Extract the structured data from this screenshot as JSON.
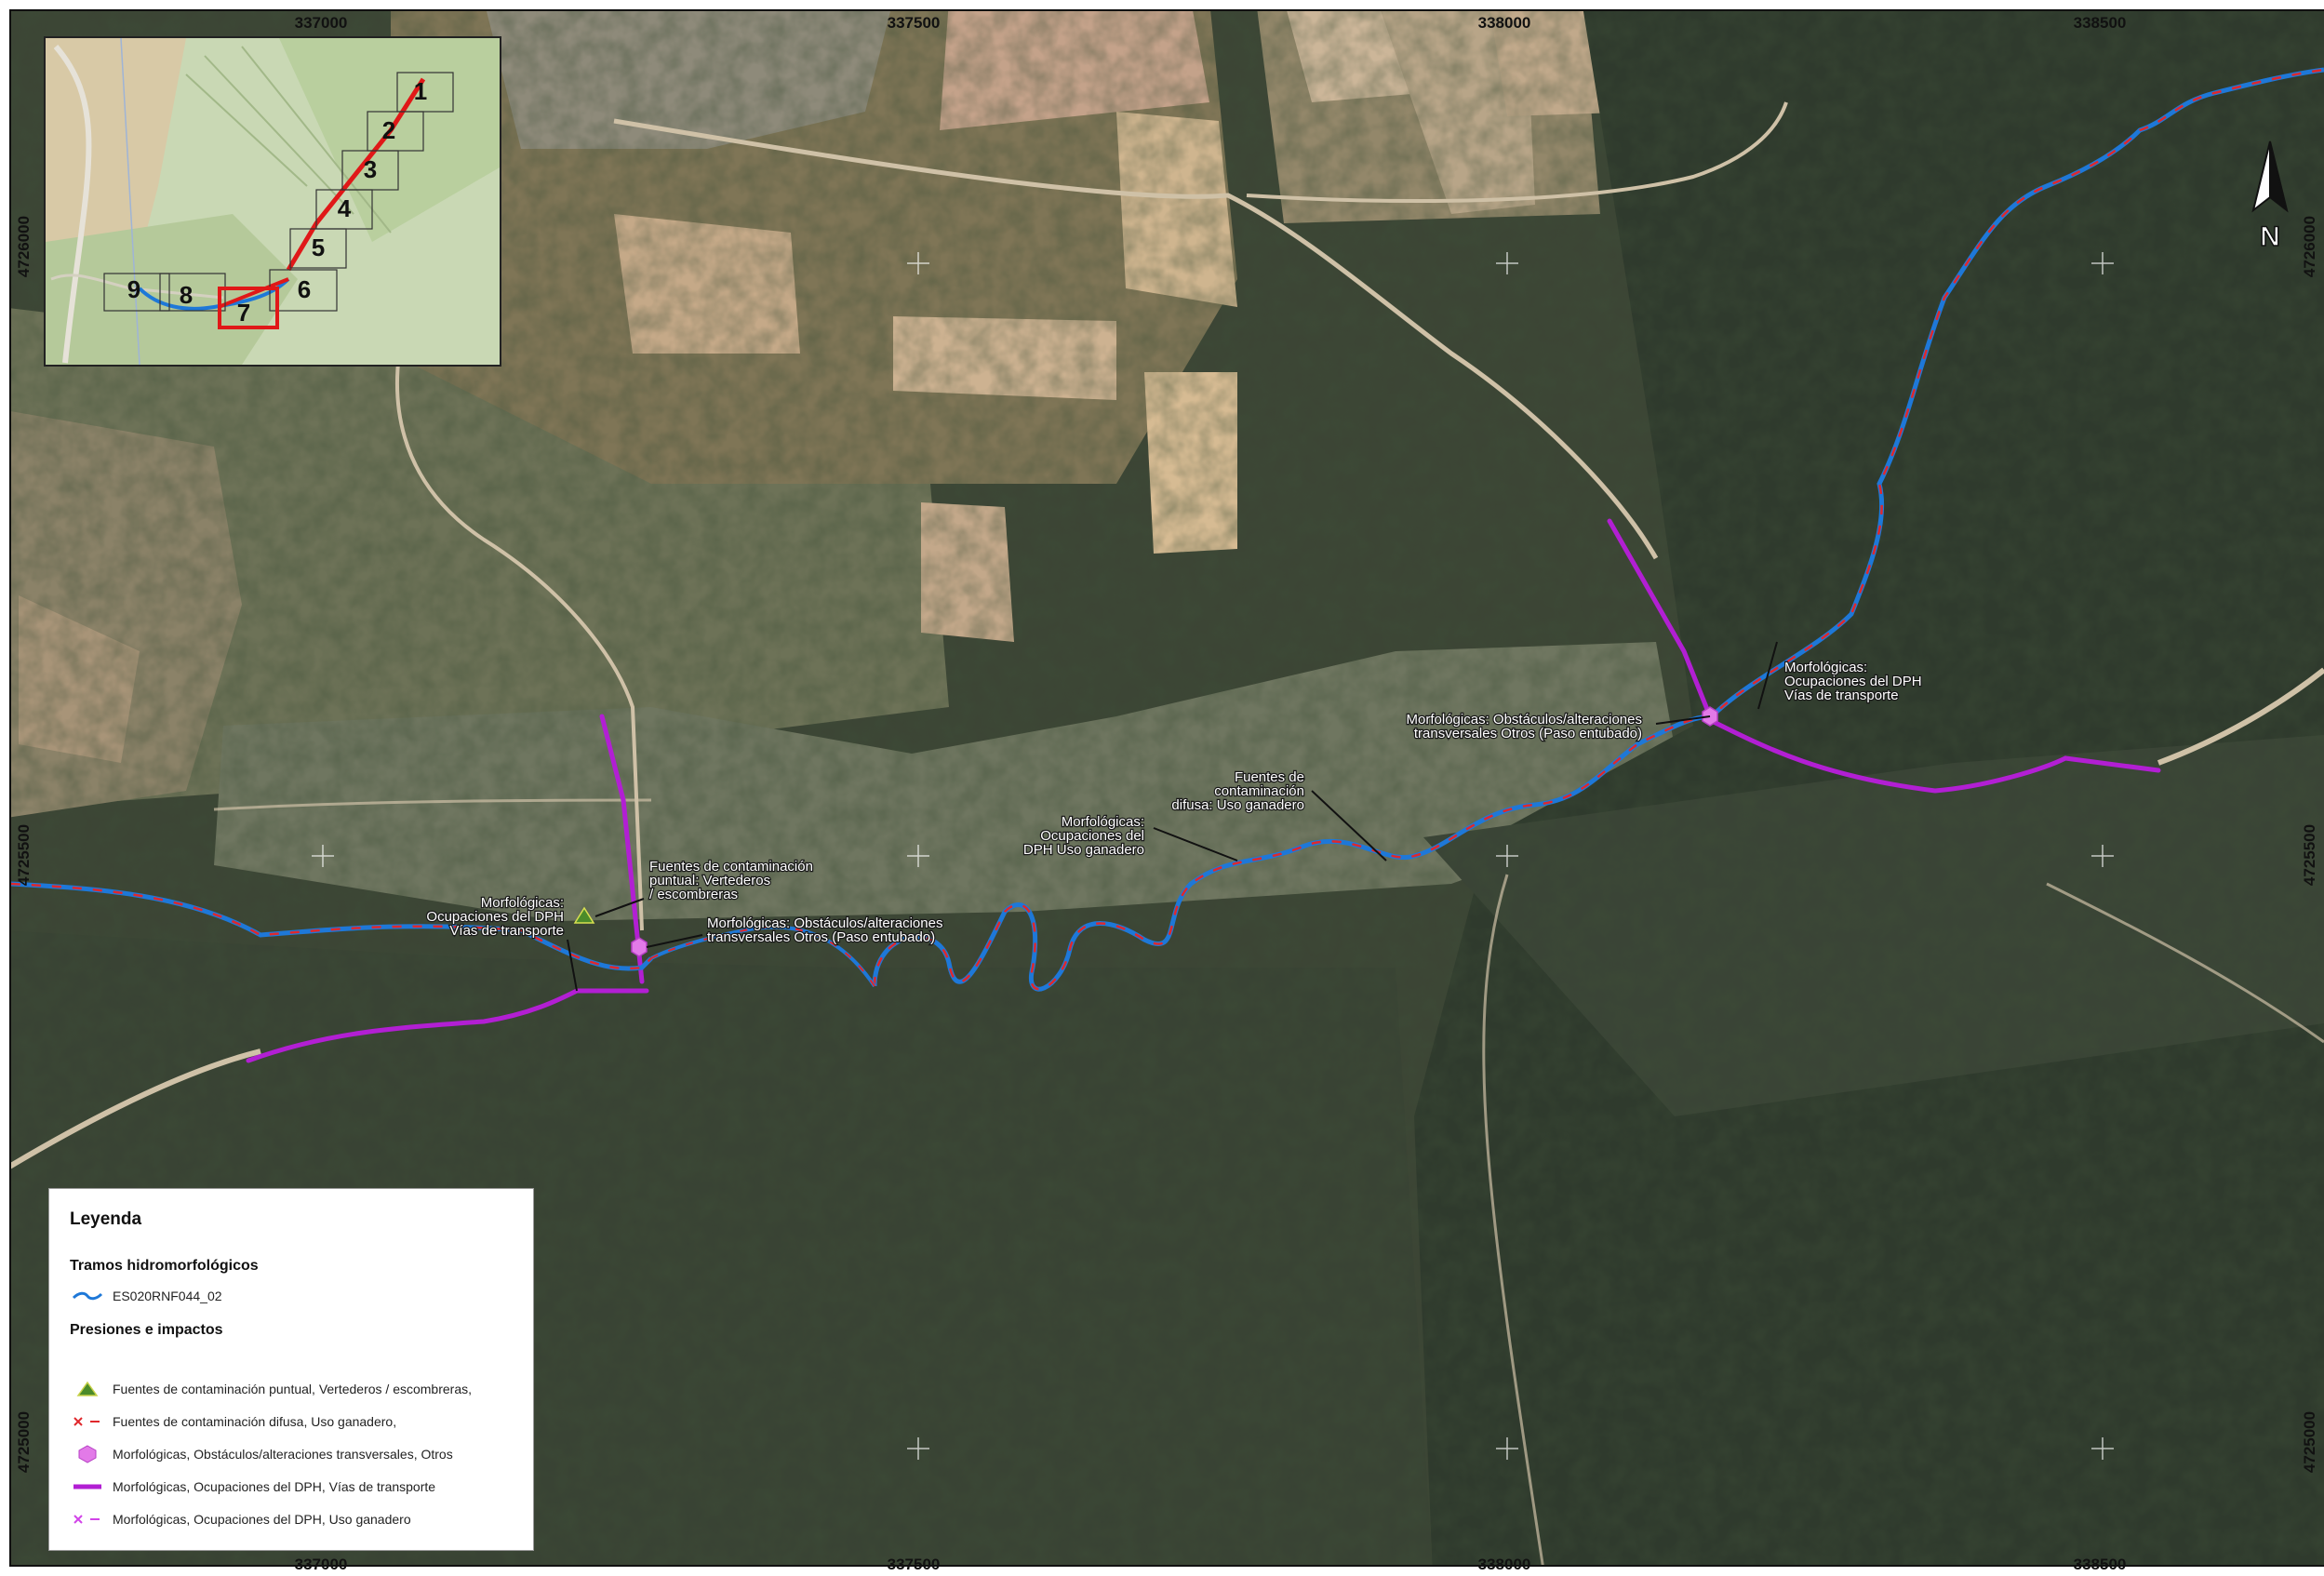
{
  "map": {
    "coords_top": [
      "337000",
      "337500",
      "338000",
      "338500"
    ],
    "coords_bottom": [
      "337000",
      "337500",
      "338000",
      "338500"
    ],
    "coords_left": [
      "4726000",
      "4725500",
      "4725000"
    ],
    "coords_right": [
      "4726000",
      "4725500",
      "4725000"
    ],
    "north_label": "N",
    "inset_tiles": [
      "1",
      "2",
      "3",
      "4",
      "5",
      "6",
      "7",
      "8",
      "9"
    ],
    "annotations": {
      "morfo_ocup_vias_right": "Morfológicas:\nOcupaciones del DPH\nVías de transporte",
      "morfo_obst_right": "Morfológicas: Obstáculos/alteraciones\ntransversales Otros (Paso entubado)",
      "fuentes_difusa": "Fuentes de\ncontaminación\ndifusa: Uso ganadero",
      "morfo_ocup_ganadero": "Morfológicas:\nOcupaciones del\nDPH Uso ganadero",
      "fuentes_puntual": "Fuentes de contaminación\npuntual: Vertederos\n/ escombreras",
      "morfo_ocup_vias_left": "Morfológicas:\nOcupaciones del DPH\nVías de transporte",
      "morfo_obst_left": "Morfológicas: Obstáculos/alteraciones\ntransversales Otros (Paso entubado)"
    },
    "colors": {
      "river": "#1e78d8",
      "diffuse": "#e0282c",
      "pressure_line": "#b21fd3",
      "obstacle": "#e27ae8",
      "inset_highlight": "#e01818"
    }
  },
  "legend": {
    "title": "Leyenda",
    "section1": "Tramos hidromorfológicos",
    "river_label": "ES020RNF044_02",
    "section2": "Presiones e impactos",
    "items": [
      {
        "symbol": "triangle-icon",
        "label": "Fuentes de contaminación puntual, Vertederos / escombreras,"
      },
      {
        "symbol": "red-x-dash",
        "label": "Fuentes de contaminación difusa, Uso ganadero,"
      },
      {
        "symbol": "hexagon-icon",
        "label": "Morfológicas, Obstáculos/alteraciones transversales, Otros"
      },
      {
        "symbol": "purple-line",
        "label": "Morfológicas, Ocupaciones del DPH, Vías de transporte"
      },
      {
        "symbol": "magenta-x-dash",
        "label": "Morfológicas, Ocupaciones del DPH, Uso ganadero"
      }
    ]
  }
}
